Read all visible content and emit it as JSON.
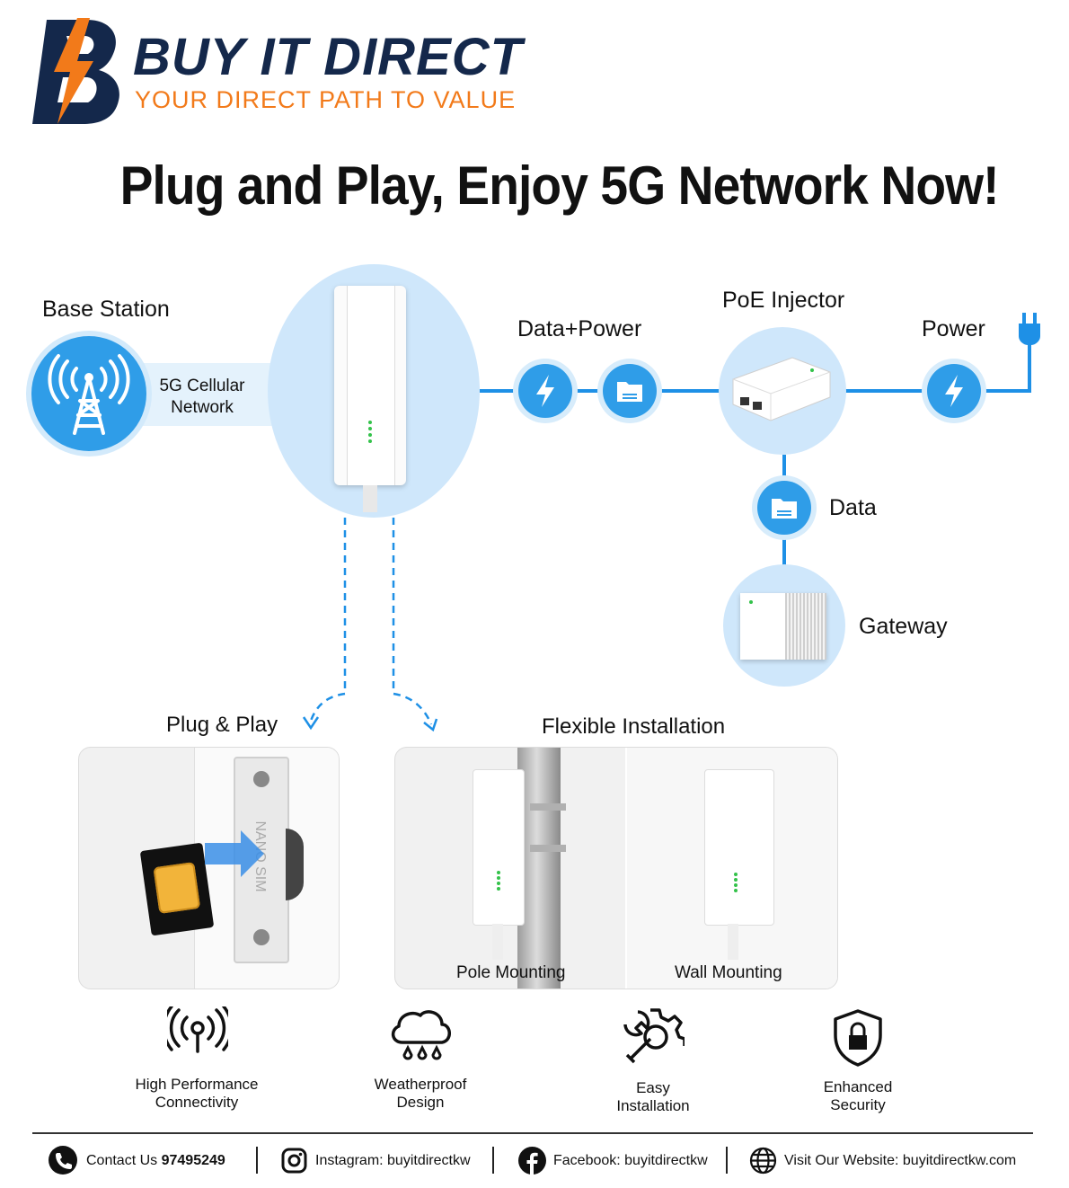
{
  "brand": {
    "name": "BUY IT DIRECT",
    "tagline": "YOUR DIRECT PATH TO VALUE",
    "colors": {
      "navy": "#14284b",
      "orange": "#f27a1a"
    }
  },
  "headline": "Plug and Play, Enjoy 5G Network Now!",
  "diagram": {
    "base_station_label": "Base Station",
    "cellular_label_line1": "5G Cellular",
    "cellular_label_line2": "Network",
    "data_power_label": "Data+Power",
    "poe_injector_label": "PoE Injector",
    "power_label": "Power",
    "data_label": "Data",
    "gateway_label": "Gateway",
    "accent_color": "#1e90e6"
  },
  "sections": {
    "plug_play_title": "Plug & Play",
    "flexible_title": "Flexible Installation",
    "pole_label": "Pole Mounting",
    "wall_label": "Wall Mounting",
    "sim_tray_text": "NANO SIM"
  },
  "features": [
    {
      "icon": "signal-icon",
      "line1": "High Performance",
      "line2": "Connectivity"
    },
    {
      "icon": "cloud-rain-icon",
      "line1": "Weatherproof",
      "line2": "Design"
    },
    {
      "icon": "gear-wrench-icon",
      "line1": "Easy",
      "line2": "Installation"
    },
    {
      "icon": "shield-lock-icon",
      "line1": "Enhanced",
      "line2": "Security"
    }
  ],
  "footer": {
    "contact_prefix": "Contact Us ",
    "contact_number": "97495249",
    "instagram": "Instagram: buyitdirectkw",
    "facebook": "Facebook: buyitdirectkw",
    "website": "Visit Our Website: buyitdirectkw.com"
  }
}
